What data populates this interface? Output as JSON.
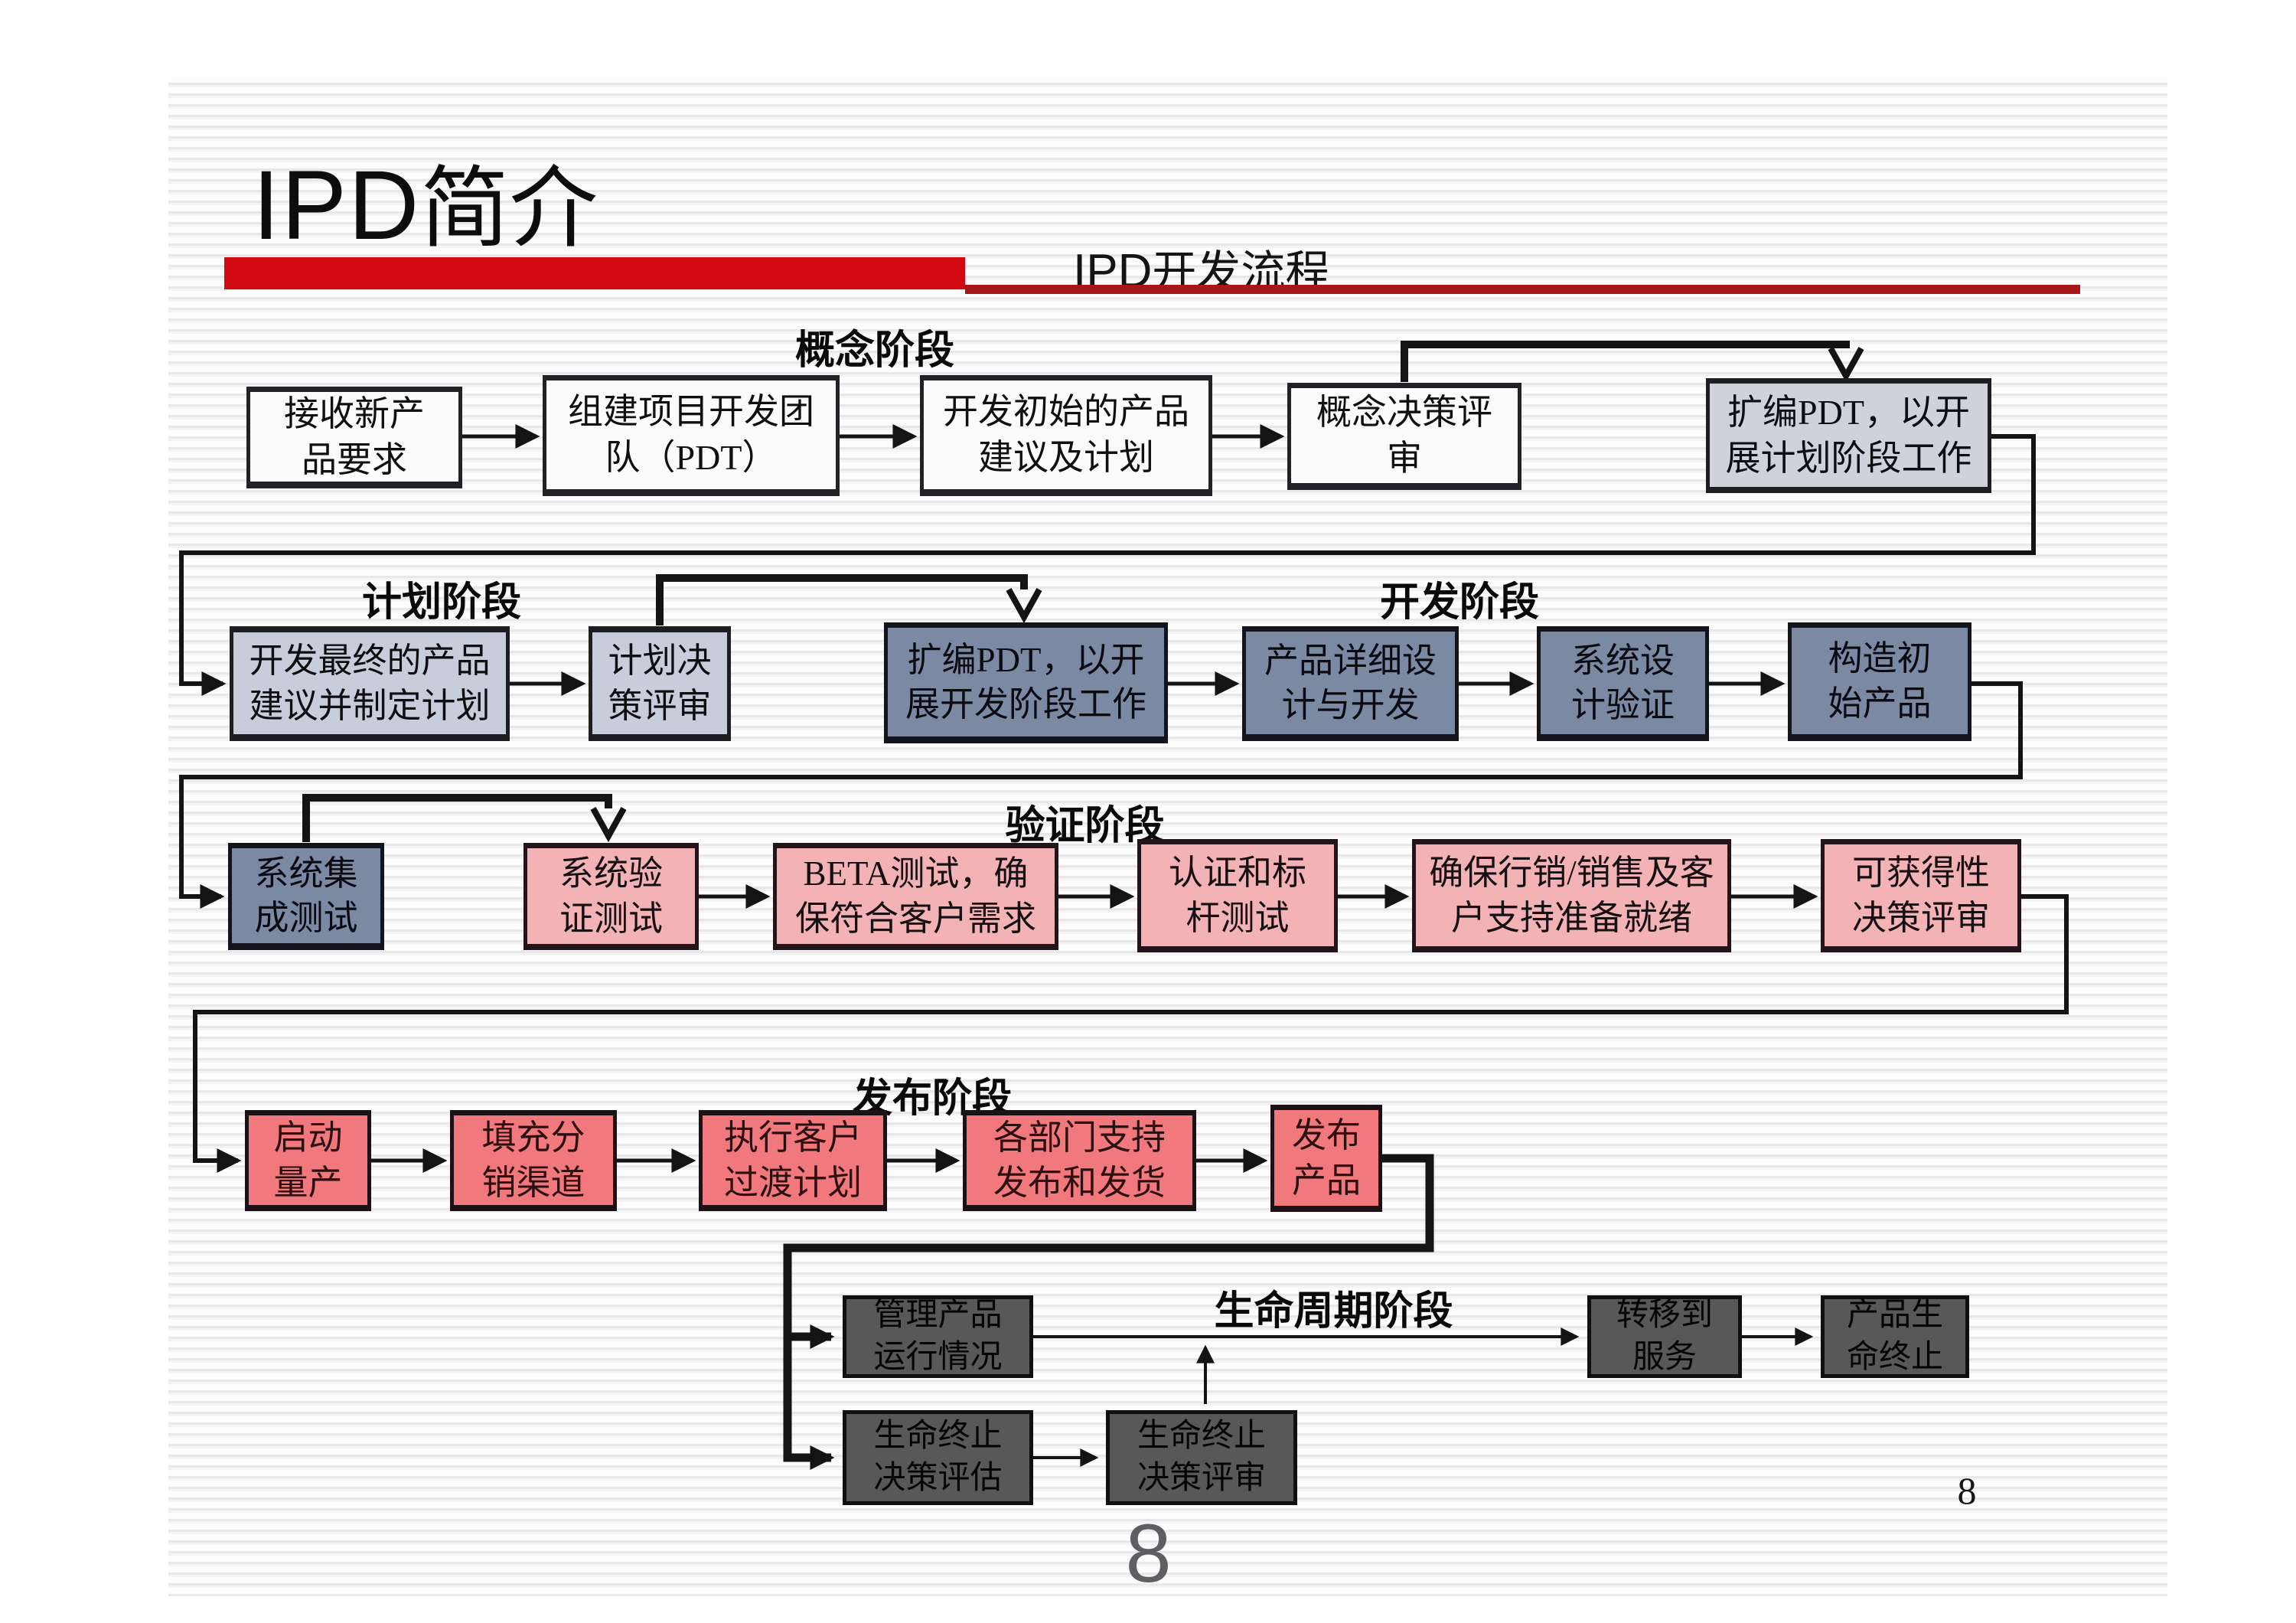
{
  "slide": {
    "title_latin": "IPD",
    "title_cn": "简介",
    "subtitle_latin": "IPD",
    "subtitle_cn": "开发流程",
    "page_number": "8",
    "watermark": "8"
  },
  "colors": {
    "accent_bar": "#d00a10",
    "accent_line": "#a8161a",
    "box_white": "#fbfbfb",
    "box_light_gray": "#cfd2da",
    "box_light_blue": "#c7cdda",
    "box_slate": "#7b8aa2",
    "box_pink": "#f3b3b6",
    "box_red": "#f1787c",
    "box_dark": "#585858",
    "connector": "#141414"
  },
  "phases": {
    "concept": "概念阶段",
    "plan": "计划阶段",
    "develop": "开发阶段",
    "verify": "验证阶段",
    "release": "发布阶段",
    "lifecycle": "生命周期阶段"
  },
  "boxes": [
    {
      "label": "接收新产\n品要求"
    },
    {
      "label": "组建项目开发团\n队（PDT）"
    },
    {
      "label": "开发初始的产品\n建议及计划"
    },
    {
      "label": "概念决策评\n审"
    },
    {
      "label": "扩编PDT，以开\n展计划阶段工作"
    },
    {
      "label": "开发最终的产品\n建议并制定计划"
    },
    {
      "label": "计划决\n策评审"
    },
    {
      "label": "扩编PDT，以开\n展开发阶段工作"
    },
    {
      "label": "产品详细设\n计与开发"
    },
    {
      "label": "系统设\n计验证"
    },
    {
      "label": "构造初\n始产品"
    },
    {
      "label": "系统集\n成测试"
    },
    {
      "label": "系统验\n证测试"
    },
    {
      "label": "BETA测试，确\n保符合客户需求"
    },
    {
      "label": "认证和标\n杆测试"
    },
    {
      "label": "确保行销/销售及客\n户支持准备就绪"
    },
    {
      "label": "可获得性\n决策评审"
    },
    {
      "label": "启动\n量产"
    },
    {
      "label": "填充分\n销渠道"
    },
    {
      "label": "执行客户\n过渡计划"
    },
    {
      "label": "各部门支持\n发布和发货"
    },
    {
      "label": "发布\n产品"
    },
    {
      "label": "管理产品\n运行情况"
    },
    {
      "label": "转移到\n服务"
    },
    {
      "label": "产品生\n命终止"
    },
    {
      "label": "生命终止\n决策评估"
    },
    {
      "label": "生命终止\n决策评审"
    }
  ]
}
